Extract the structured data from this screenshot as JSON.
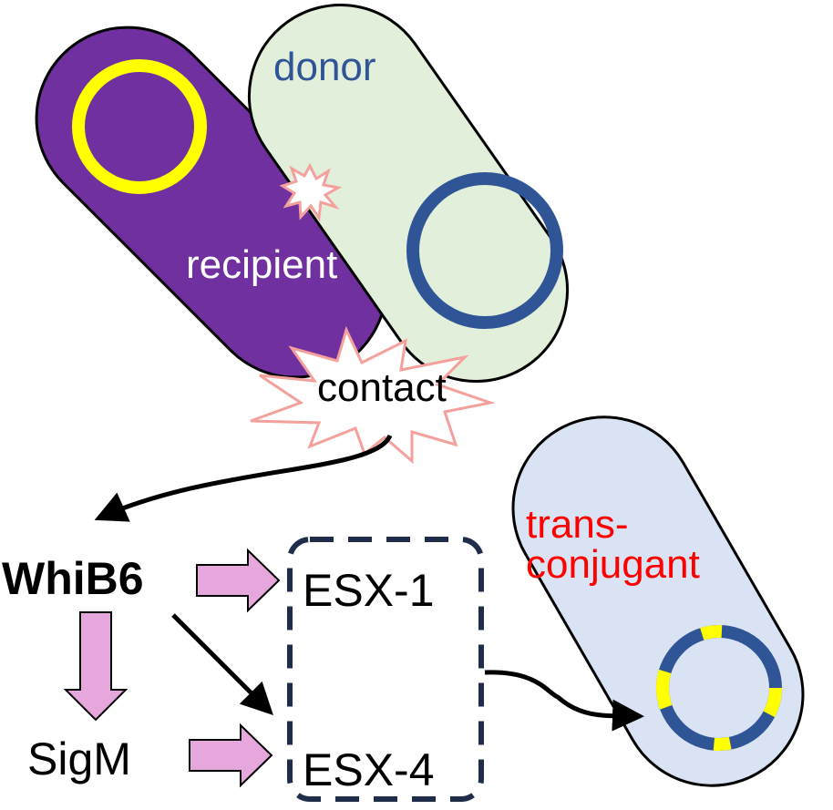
{
  "labels": {
    "donor": "donor",
    "recipient": "recipient",
    "contact": "contact",
    "transconjugant_line1": "trans-",
    "transconjugant_line2": "conjugant",
    "whib6": "WhiB6",
    "esx1": "ESX-1",
    "esx4": "ESX-4",
    "sigm": "SigM"
  },
  "colors": {
    "recipient_cell": "#7030a0",
    "recipient_plasmid": "#ffff00",
    "donor_cell": "#e2efda",
    "donor_plasmid": "#2f5597",
    "transconjugant_cell": "#dae3f3",
    "transconjugant_plasmid": "#2f5597",
    "transconjugant_plasmid_marks": "#ffff00",
    "contact_burst": "#f4a09c",
    "pink_arrow": "#e6a8dc",
    "donor_text": "#2f5597",
    "transconjugant_text": "#ff0000",
    "esx_box": "#1f2d4a"
  }
}
